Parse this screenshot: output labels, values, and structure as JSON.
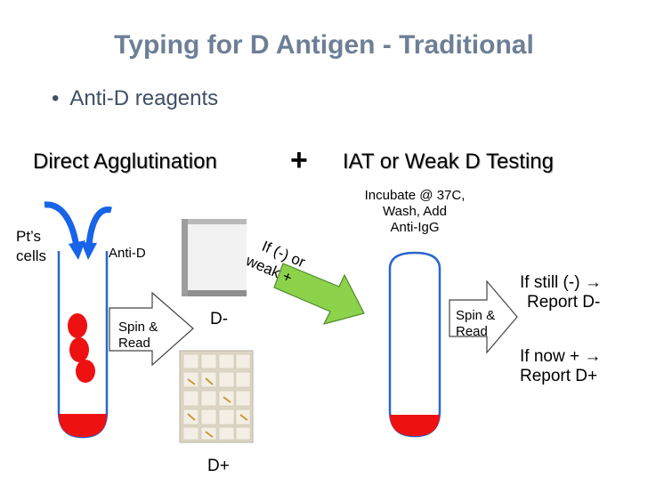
{
  "title": "Typing for D Antigen - Traditional",
  "bullet": "Anti-D reagents",
  "left_header": "Direct Agglutination",
  "plus": "+",
  "right_header": "IAT or Weak D Testing",
  "pts_cells": [
    "Pt’s",
    "cells"
  ],
  "anti_d": "Anti-D",
  "spin_read_left": [
    "Spin &",
    "Read"
  ],
  "d_neg": "D-",
  "d_pos": "D+",
  "diagonal_label": [
    "If (-) or",
    "weak +"
  ],
  "incubate": [
    "Incubate @ 37C,",
    "Wash, Add",
    "Anti-IgG"
  ],
  "spin_read_right": [
    "Spin &",
    "Read"
  ],
  "result_still_neg": [
    "If still (-) →",
    "Report D-"
  ],
  "result_now_pos": [
    "If now + →",
    "Report D+"
  ],
  "colors": {
    "title": "#6d7f96",
    "tube_outline": "#2a66c9",
    "arrow_blue": "#1764e8",
    "cell_red": "#ee1111",
    "green_arrow": "#8cd24a"
  }
}
